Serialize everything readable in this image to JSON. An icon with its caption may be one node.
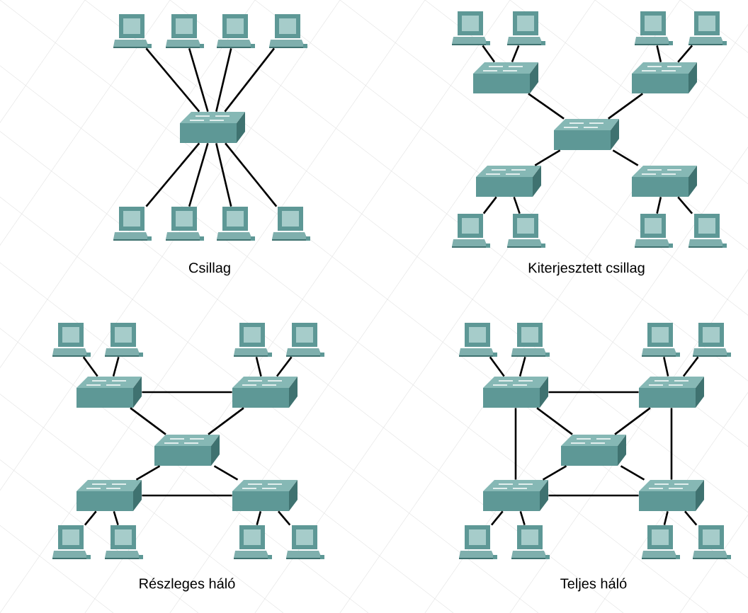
{
  "diagram": {
    "nodes": [
      {
        "text": [],
        "shape": "computer"
      },
      {
        "text": [],
        "shape": "computer"
      },
      {
        "text": [],
        "shape": "computer"
      },
      {
        "text": [],
        "shape": "computer"
      },
      {
        "text": [],
        "shape": "switch"
      },
      {
        "text": [],
        "shape": "computer"
      },
      {
        "text": [],
        "shape": "computer"
      },
      {
        "text": [],
        "shape": "computer"
      },
      {
        "text": [],
        "shape": "computer"
      },
      {
        "text": [],
        "shape": "computer"
      },
      {
        "text": [],
        "shape": "computer"
      },
      {
        "text": [],
        "shape": "computer"
      },
      {
        "text": [],
        "shape": "computer"
      },
      {
        "text": [],
        "shape": "switch"
      },
      {
        "text": [],
        "shape": "switch"
      },
      {
        "text": [],
        "shape": "switch"
      },
      {
        "text": [],
        "shape": "switch"
      },
      {
        "text": [],
        "shape": "switch"
      },
      {
        "text": [],
        "shape": "computer"
      },
      {
        "text": [],
        "shape": "computer"
      },
      {
        "text": [],
        "shape": "computer"
      },
      {
        "text": [],
        "shape": "computer"
      },
      {
        "text": [],
        "shape": "computer"
      },
      {
        "text": [],
        "shape": "computer"
      },
      {
        "text": [],
        "shape": "computer"
      },
      {
        "text": [],
        "shape": "computer"
      },
      {
        "text": [],
        "shape": "switch"
      },
      {
        "text": [],
        "shape": "switch"
      },
      {
        "text": [],
        "shape": "switch"
      },
      {
        "text": [],
        "shape": "switch"
      },
      {
        "text": [],
        "shape": "switch"
      },
      {
        "text": [],
        "shape": "computer"
      },
      {
        "text": [],
        "shape": "computer"
      },
      {
        "text": [],
        "shape": "computer"
      },
      {
        "text": [],
        "shape": "computer"
      },
      {
        "text": [],
        "shape": "computer"
      },
      {
        "text": [],
        "shape": "computer"
      },
      {
        "text": [],
        "shape": "computer"
      },
      {
        "text": [],
        "shape": "computer"
      },
      {
        "text": [],
        "shape": "switch"
      },
      {
        "text": [],
        "shape": "switch"
      },
      {
        "text": [],
        "shape": "switch"
      },
      {
        "text": [],
        "shape": "switch"
      },
      {
        "text": [],
        "shape": "switch"
      },
      {
        "text": [],
        "shape": "computer"
      },
      {
        "text": [],
        "shape": "computer"
      },
      {
        "text": [],
        "shape": "computer"
      },
      {
        "text": [],
        "shape": "computer"
      }
    ],
    "edges": [
      {
        "from": 0,
        "to": 4,
        "arrow": "none"
      },
      {
        "from": 1,
        "to": 4,
        "arrow": "none"
      },
      {
        "from": 2,
        "to": 4,
        "arrow": "none"
      },
      {
        "from": 3,
        "to": 4,
        "arrow": "none"
      },
      {
        "from": 4,
        "to": 5,
        "arrow": "none"
      },
      {
        "from": 4,
        "to": 6,
        "arrow": "none"
      },
      {
        "from": 4,
        "to": 7,
        "arrow": "none"
      },
      {
        "from": 4,
        "to": 8,
        "arrow": "none"
      },
      {
        "from": 9,
        "to": 13,
        "arrow": "none"
      },
      {
        "from": 10,
        "to": 13,
        "arrow": "none"
      },
      {
        "from": 11,
        "to": 14,
        "arrow": "none"
      },
      {
        "from": 12,
        "to": 14,
        "arrow": "none"
      },
      {
        "from": 13,
        "to": 15,
        "arrow": "none"
      },
      {
        "from": 14,
        "to": 15,
        "arrow": "none"
      },
      {
        "from": 15,
        "to": 16,
        "arrow": "none"
      },
      {
        "from": 15,
        "to": 17,
        "arrow": "none"
      },
      {
        "from": 16,
        "to": 18,
        "arrow": "none"
      },
      {
        "from": 16,
        "to": 19,
        "arrow": "none"
      },
      {
        "from": 17,
        "to": 20,
        "arrow": "none"
      },
      {
        "from": 17,
        "to": 21,
        "arrow": "none"
      },
      {
        "from": 22,
        "to": 26,
        "arrow": "none"
      },
      {
        "from": 23,
        "to": 26,
        "arrow": "none"
      },
      {
        "from": 24,
        "to": 27,
        "arrow": "none"
      },
      {
        "from": 25,
        "to": 27,
        "arrow": "none"
      },
      {
        "from": 26,
        "to": 27,
        "arrow": "none"
      },
      {
        "from": 26,
        "to": 28,
        "arrow": "none"
      },
      {
        "from": 27,
        "to": 28,
        "arrow": "none"
      },
      {
        "from": 28,
        "to": 29,
        "arrow": "none"
      },
      {
        "from": 28,
        "to": 30,
        "arrow": "none"
      },
      {
        "from": 29,
        "to": 30,
        "arrow": "none"
      },
      {
        "from": 29,
        "to": 31,
        "arrow": "none"
      },
      {
        "from": 29,
        "to": 32,
        "arrow": "none"
      },
      {
        "from": 30,
        "to": 33,
        "arrow": "none"
      },
      {
        "from": 30,
        "to": 34,
        "arrow": "none"
      },
      {
        "from": 35,
        "to": 39,
        "arrow": "none"
      },
      {
        "from": 36,
        "to": 39,
        "arrow": "none"
      },
      {
        "from": 37,
        "to": 40,
        "arrow": "none"
      },
      {
        "from": 38,
        "to": 40,
        "arrow": "none"
      },
      {
        "from": 39,
        "to": 40,
        "arrow": "none"
      },
      {
        "from": 39,
        "to": 42,
        "arrow": "none"
      },
      {
        "from": 40,
        "to": 43,
        "arrow": "none"
      },
      {
        "from": 39,
        "to": 41,
        "arrow": "none"
      },
      {
        "from": 40,
        "to": 41,
        "arrow": "none"
      },
      {
        "from": 41,
        "to": 42,
        "arrow": "none"
      },
      {
        "from": 41,
        "to": 43,
        "arrow": "none"
      },
      {
        "from": 42,
        "to": 43,
        "arrow": "none"
      },
      {
        "from": 42,
        "to": 44,
        "arrow": "none"
      },
      {
        "from": 42,
        "to": 45,
        "arrow": "none"
      },
      {
        "from": 43,
        "to": 46,
        "arrow": "none"
      },
      {
        "from": 43,
        "to": 47,
        "arrow": "none"
      }
    ],
    "labels": [
      "Csillag",
      "Kiterjesztett csillag",
      "Részleges háló",
      "Teljes háló"
    ]
  }
}
